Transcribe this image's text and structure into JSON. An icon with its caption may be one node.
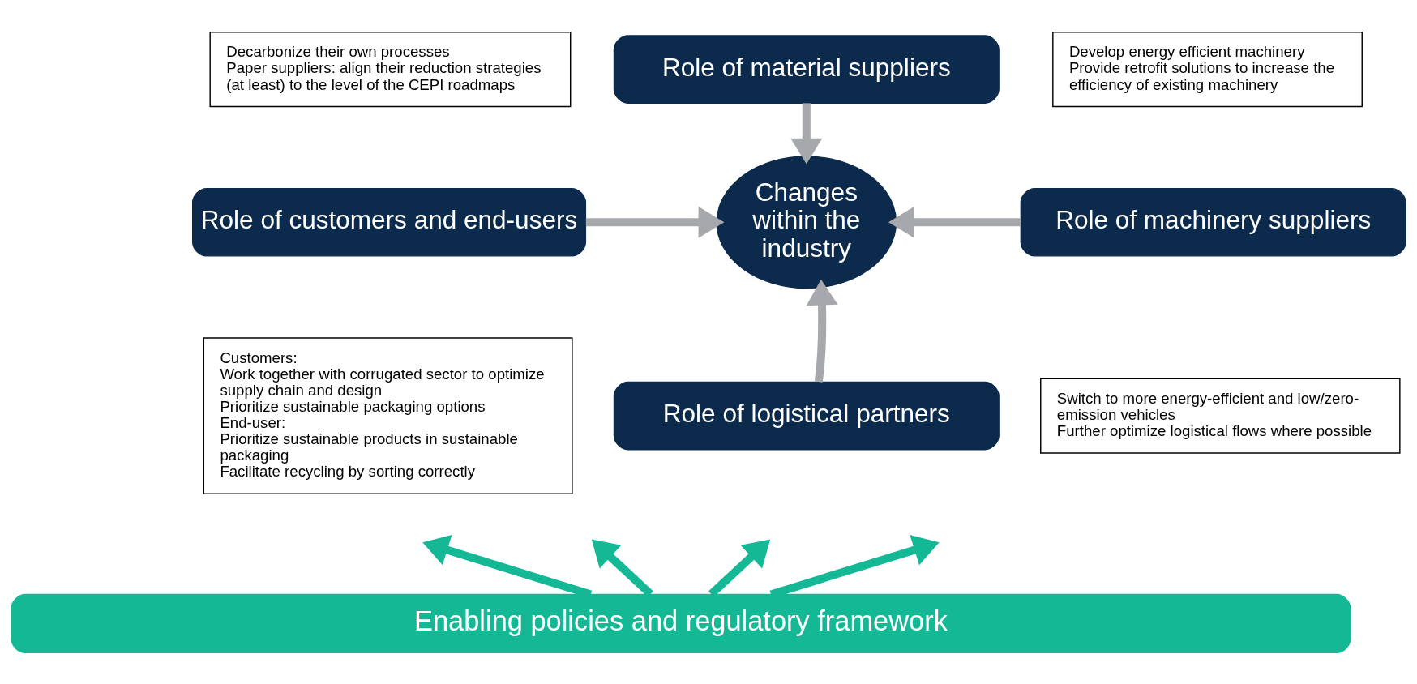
{
  "diagram": {
    "nodes": [
      {
        "text": [
          "Role of material suppliers"
        ]
      },
      {
        "text": [
          "Decarbonize their own processes",
          "Paper suppliers: align their reduction strategies (at least) to the level of the CEPI roadmaps"
        ]
      },
      {
        "text": [
          "Develop energy efficient machinery",
          "Provide retrofit solutions to increase the efficiency of existing machinery"
        ]
      },
      {
        "text": [
          "Changes within the industry"
        ]
      },
      {
        "text": [
          "Role of customers and end-users"
        ]
      },
      {
        "text": [
          "Customers:",
          "Work together with corrugated sector to optimize supply chain and design",
          "Prioritize sustainable packaging options",
          "End-user:",
          "Prioritize sustainable products in sustainable packaging",
          "Facilitate recycling by sorting correctly"
        ]
      },
      {
        "text": [
          "Role of machinery suppliers"
        ]
      },
      {
        "text": [
          "Role of logistical partners"
        ]
      },
      {
        "text": [
          "Switch to more energy-efficient and low/zero-emission vehicles",
          "Further optimize logistical flows where possible"
        ]
      },
      {
        "text": [
          "Enabling policies and regulatory framework"
        ]
      }
    ],
    "edges": [
      {
        "from": 0,
        "to": 3,
        "arrow": "to"
      },
      {
        "from": 4,
        "to": 3,
        "arrow": "to"
      },
      {
        "from": 6,
        "to": 3,
        "arrow": "to"
      },
      {
        "from": 7,
        "to": 3,
        "arrow": "to"
      },
      {
        "from": 9,
        "to": null,
        "arrow": "to",
        "color": "#14b894"
      },
      {
        "from": 9,
        "to": null,
        "arrow": "to",
        "color": "#14b894"
      },
      {
        "from": 9,
        "to": null,
        "arrow": "to",
        "color": "#14b894"
      },
      {
        "from": 9,
        "to": null,
        "arrow": "to",
        "color": "#14b894"
      }
    ]
  }
}
